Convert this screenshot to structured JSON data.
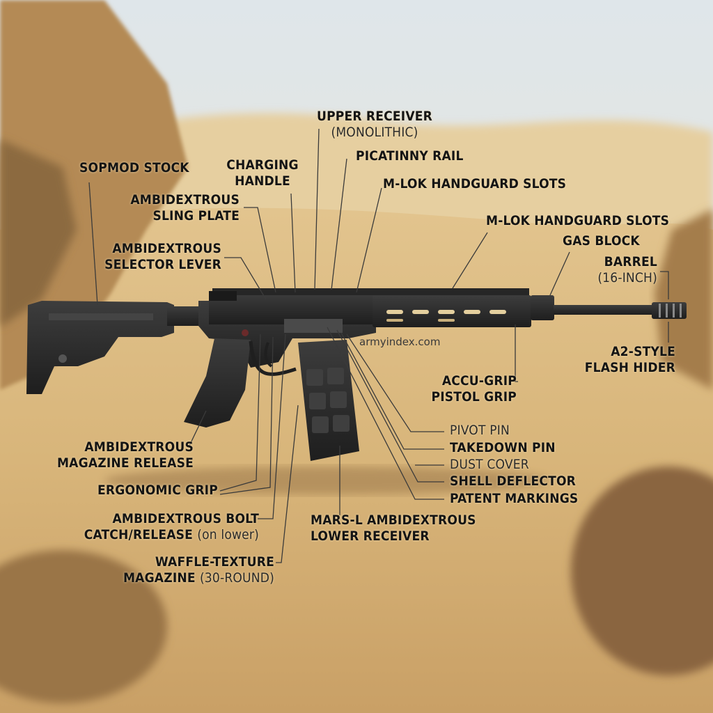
{
  "labels": {
    "upper_receiver": {
      "line1": "UPPER RECEIVER",
      "line2": "(MONOLITHIC)"
    },
    "picatinny_rail": "PICATINNY RAIL",
    "mlok_slots_1": "M-LOK HANDGUARD SLOTS",
    "mlok_slots_2": "M-LOK HANDGUARD SLOTS",
    "gas_block": "GAS BLOCK",
    "barrel": {
      "line1": "BARREL",
      "line2": "(16-INCH)"
    },
    "flash_hider": {
      "line1": "A2-STYLE",
      "line2": "FLASH HIDER"
    },
    "sopmod_stock": "SOPMOD STOCK",
    "charging_handle": {
      "line1": "CHARGING",
      "line2": "HANDLE"
    },
    "sling_plate": {
      "line1": "AMBIDEXTROUS",
      "line2": "SLING PLATE"
    },
    "selector_lever": {
      "line1": "AMBIDEXTROUS",
      "line2": "SELECTOR LEVER"
    },
    "accu_grip": {
      "line1": "ACCU-GRIP",
      "line2": "PISTOL GRIP"
    },
    "pivot_pin": "PIVOT PIN",
    "takedown_pin": "TAKEDOWN PIN",
    "dust_cover": "DUST COVER",
    "shell_deflector": "SHELL DEFLECTOR",
    "patent_markings": "PATENT MARKINGS",
    "magazine_release": {
      "line1": "AMBIDEXTROUS",
      "line2": "MAGAZINE RELEASE"
    },
    "ergonomic_grip": "ERGONOMIC GRIP",
    "bolt_catch": {
      "line1": "AMBIDEXTROUS BOLT",
      "line2a": "CATCH/RELEASE",
      "line2b": "(on lower)"
    },
    "lower_receiver": {
      "line1": "MARS-L AMBIDEXTROUS",
      "line2": "LOWER RECEIVER"
    },
    "magazine": {
      "line1": "WAFFLE-TEXTURE",
      "line2a": "MAGAZINE",
      "line2b": "(30-ROUND)"
    }
  },
  "watermark": "armyindex.com",
  "colors": {
    "sky": "#d9e2e6",
    "sand": "#d8b57a",
    "sand_dark": "#a9824e",
    "rifle": "#2b2b2b",
    "label_text": "#141414",
    "leader_line": "#3a3a3a"
  }
}
